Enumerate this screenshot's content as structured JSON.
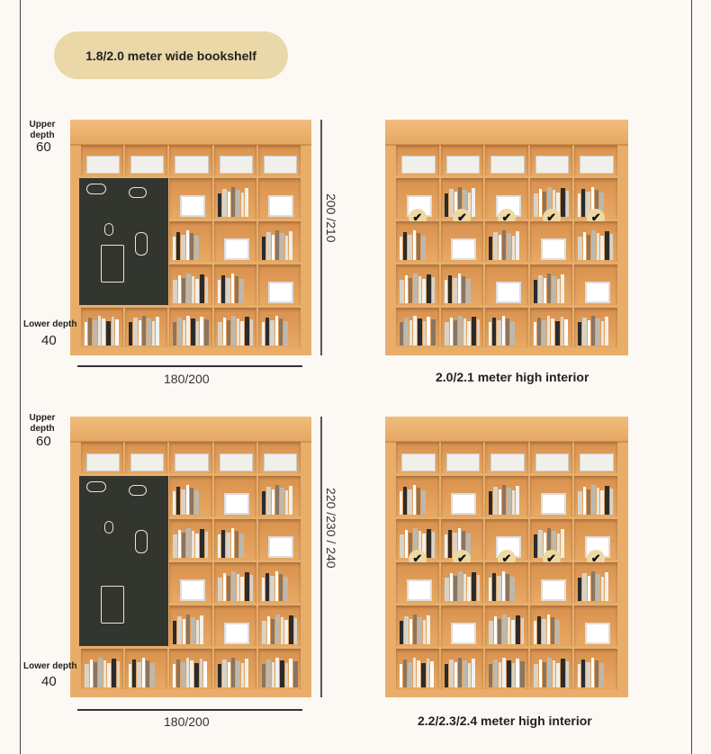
{
  "header": {
    "title": "1.8/2.0 meter wide bookshelf"
  },
  "variants": [
    {
      "upper_label": "Upper depth",
      "upper_value": "60",
      "lower_label": "Lower depth",
      "lower_value": "40",
      "width": "180/200",
      "height": "200 /210"
    },
    {
      "caption": "2.0/2.1 meter high interior",
      "check_icon": "check-icon"
    },
    {
      "upper_label": "Upper depth",
      "upper_value": "60",
      "lower_label": "Lower depth",
      "lower_value": "40",
      "width": "180/200",
      "height": "220 /230 / 240"
    },
    {
      "caption": "2.2/2.3/2.4 meter high interior",
      "check_icon": "check-icon"
    }
  ],
  "colors": {
    "wood": "#e9ad6a",
    "chalkboard": "#33352f",
    "pill": "#ead8a8",
    "check": "#eed9a3"
  }
}
